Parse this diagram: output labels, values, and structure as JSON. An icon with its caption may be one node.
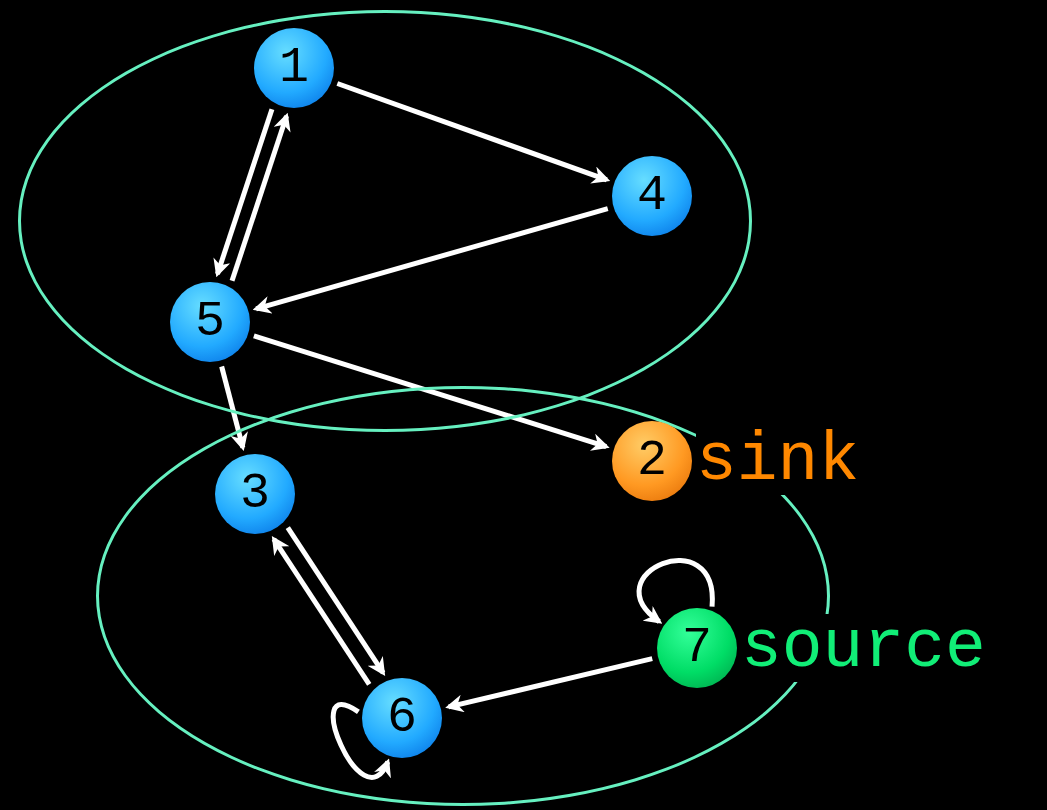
{
  "diagram": {
    "nodes": [
      {
        "text": [],
        "shape": "ellipse"
      },
      {
        "text": [
          "1"
        ],
        "in": 0
      },
      {
        "text": [
          "4"
        ],
        "in": 0
      },
      {
        "text": [
          "5"
        ],
        "in": 0
      },
      {
        "text": [],
        "shape": "ellipse"
      },
      {
        "text": [
          "2"
        ],
        "in": 4,
        "beside": [
          "sink"
        ]
      },
      {
        "text": [
          "3"
        ],
        "in": 4
      },
      {
        "text": [
          "7"
        ],
        "in": 4,
        "beside": [
          "source"
        ]
      },
      {
        "text": [
          "6"
        ],
        "in": 4
      }
    ],
    "edges": [
      {
        "from": 1,
        "to": 2,
        "arrow": "to"
      },
      {
        "from": 2,
        "to": 3,
        "arrow": "to"
      },
      {
        "from": 1,
        "to": 3,
        "arrow": "to"
      },
      {
        "from": 3,
        "to": 1,
        "arrow": "to"
      },
      {
        "from": 3,
        "to": 5,
        "arrow": "to"
      },
      {
        "from": 3,
        "to": 6,
        "arrow": "to"
      },
      {
        "from": 6,
        "to": 8,
        "arrow": "to"
      },
      {
        "from": 8,
        "to": 6,
        "arrow": "to"
      },
      {
        "from": 8,
        "to": 8,
        "arrow": "to"
      },
      {
        "from": 7,
        "to": 7,
        "arrow": "to"
      },
      {
        "from": 7,
        "to": 8,
        "arrow": "to"
      }
    ]
  }
}
